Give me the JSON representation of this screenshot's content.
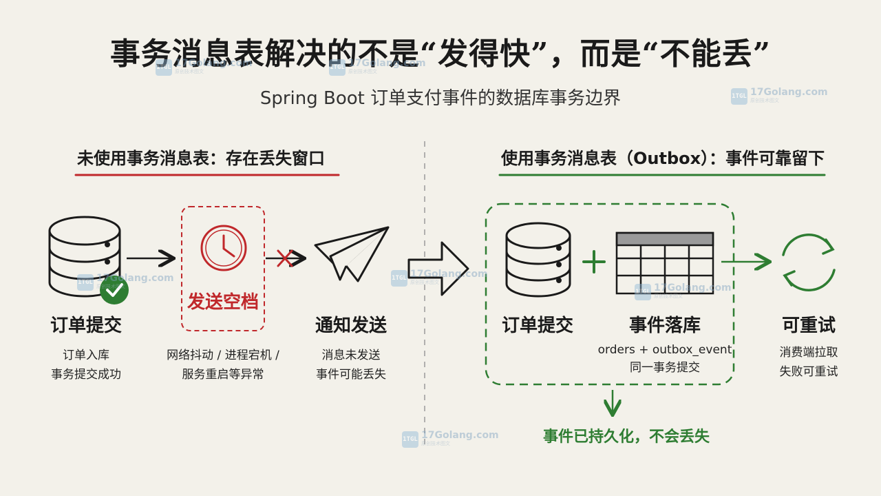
{
  "title": "事务消息表解决的不是“发得快”，而是“不能丢”",
  "subtitle": "Spring Boot 订单支付事件的数据库事务边界",
  "left": {
    "heading": "未使用事务消息表：存在丢失窗口",
    "order": {
      "label": "订单提交",
      "desc1": "订单入库",
      "desc2": "事务提交成功"
    },
    "gap": {
      "label": "发送空档",
      "desc1": "网络抖动 / 进程宕机 /",
      "desc2": "服务重启等异常"
    },
    "notify": {
      "label": "通知发送",
      "desc1": "消息未发送",
      "desc2": "事件可能丢失"
    }
  },
  "right": {
    "heading": "使用事务消息表（Outbox）：事件可靠留下",
    "order": {
      "label": "订单提交"
    },
    "event": {
      "label": "事件落库",
      "desc1": "orders + outbox_event",
      "desc2": "同一事务提交"
    },
    "retry": {
      "label": "可重试",
      "desc1": "消费端拉取",
      "desc2": "失败可重试"
    },
    "result": "事件已持久化，不会丢失"
  },
  "watermark": {
    "brand": "17Golang.com",
    "sub": "原创技术图文",
    "box": "1TGL"
  },
  "colors": {
    "red": "#c0282b",
    "green": "#2e7d32",
    "ink": "#1a1a1a"
  }
}
